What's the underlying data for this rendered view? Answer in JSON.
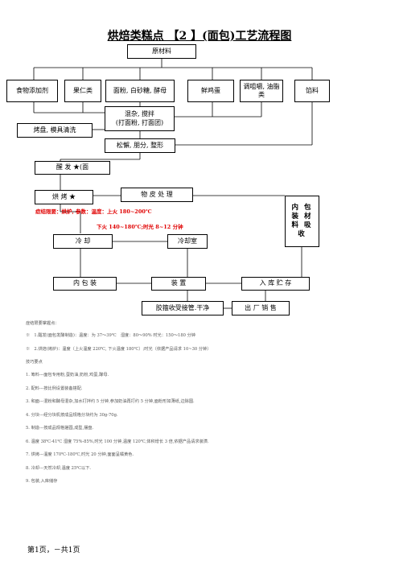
{
  "title": "烘焙类糕点 【2 】(面包)工艺流程图",
  "boxes": {
    "raw": "原材料",
    "additive": "食物添加剂",
    "fruit": "果仁类",
    "flour": "面粉, 白砂糖, 酵母",
    "egg": "鲜鸡蛋",
    "oil": "调咀嚼, 油脂类",
    "filling": "馅料",
    "mix1": "混杂, 搅拌",
    "mix2": "(打面粉, 打面团)",
    "clean": "烤盘, 模具清洗",
    "shape": "松懈, 朋分, 整形",
    "proof": "醒 发 ★(面",
    "bake": "烘 烤 ★",
    "material": "物 皮 处 理",
    "inner": "内 包 装 材 料 吸 收",
    "cool": "冷 却",
    "coolroom": "冷却室",
    "innerpack": "内 包 装",
    "pack": "装 置",
    "store": "入 库 贮 存",
    "glue": "胶箍收受接管.干净",
    "ship": "出 厂 销 售"
  },
  "red": {
    "line1": "症结限要：烘炉, 参数：温度：上火 180~200℃",
    "line2": "下火 140~180℃;时光 8~12 分钟"
  },
  "notes": [
    "症结限要掌握点：",
    "※　1.醒发(面包发酵制造)：温度：为 37～39℃　湿度：80～90% 时光：150～180 分钟",
    "※　2.烘焙(烤炉)：温度（上火温度 220℃, 下火温度 180℃）;时光（依据产品请求 10~30 分钟）",
    "技巧要点",
    "1. 筹料---面包专用粉,蛋奶油,奶粉,鸡蛋,酵母.",
    "2. 配料---按比例设置装备搭配.",
    "3. 和面---混粉和酵母混杂,加水打拌约 5 分钟,参加奶油再打约 5 分钟,面粉形如薄纸,边除圆.",
    "4. 分块---经分块机按成品规格分块约为 30g-70g.",
    "5. 制造---按成品规格搓圆,成型,摆盘.",
    "6. 温度 38℃-41℃ 湿度 75%-85%,时光 100 分钟,温度 120℃,体积增长 3 倍,依据产品请求装潢.",
    "7. 烘烤---温度 170℃-180℃,时光 20 分钟,面面呈橘黄色.",
    "8. 冷却---天然冷却,温度 25℃以下.",
    "9. 包装,入库储存"
  ],
  "footer": "第1页，－共1页"
}
